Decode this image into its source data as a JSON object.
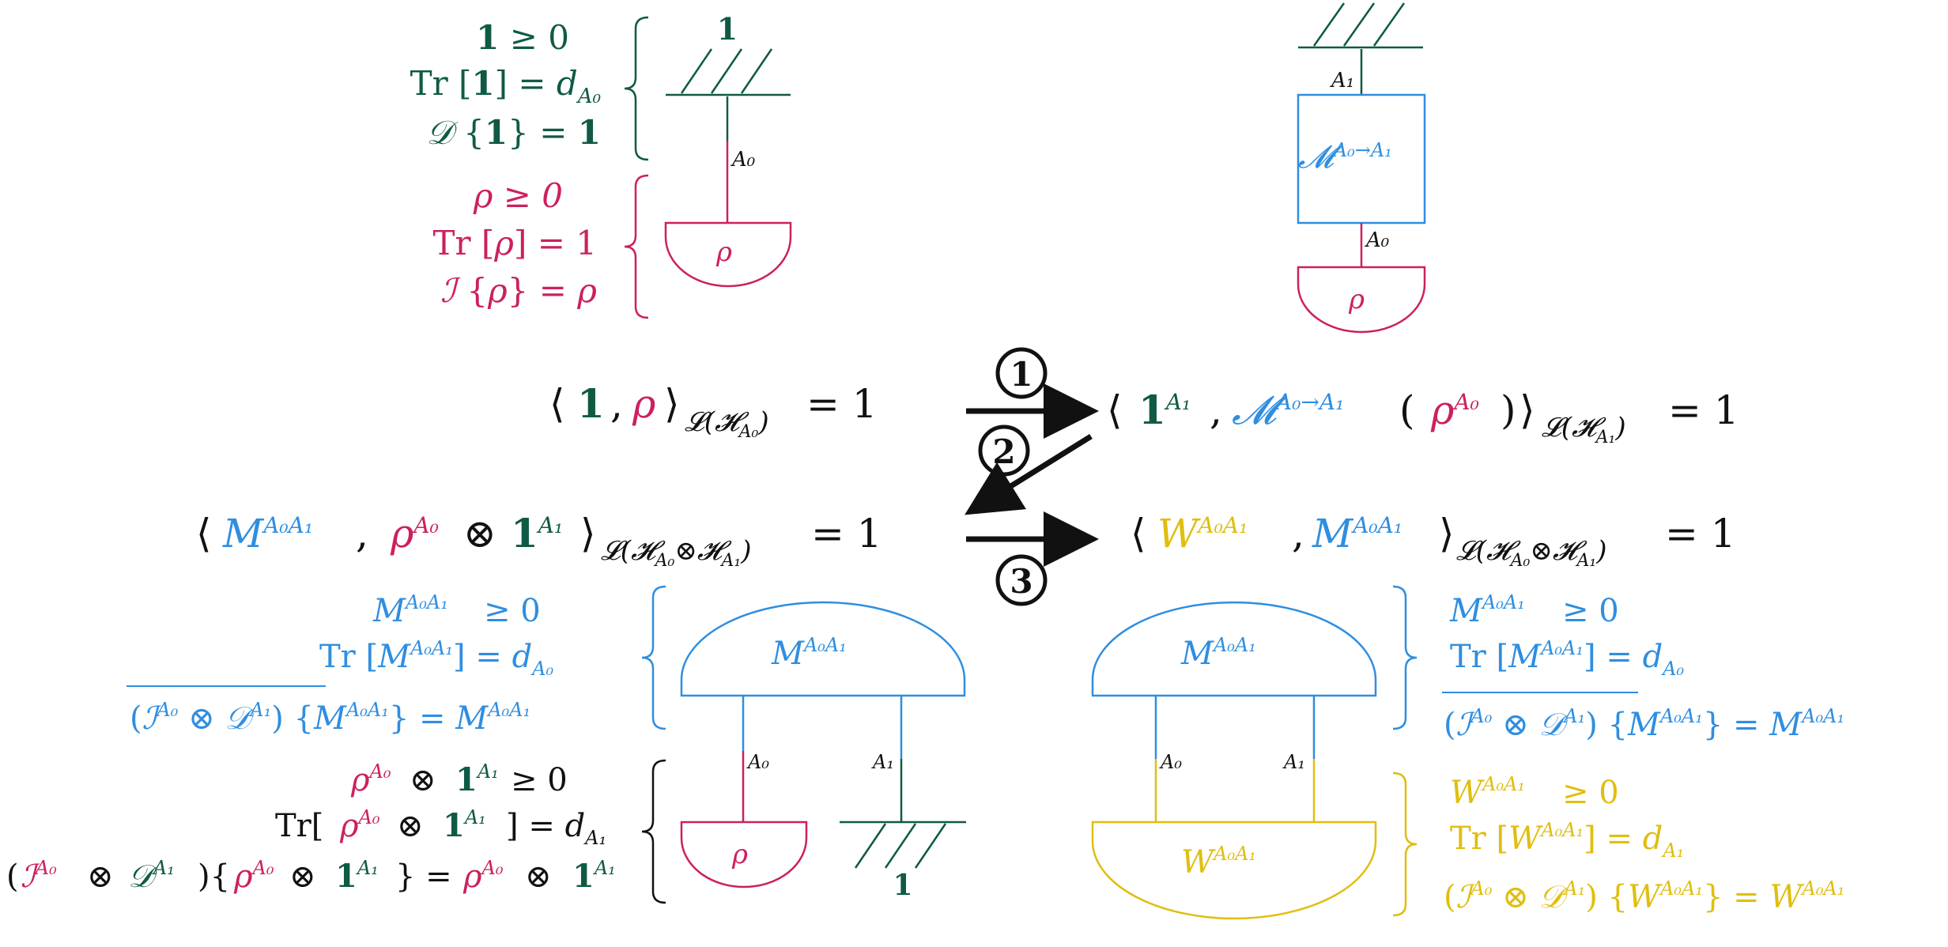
{
  "colors": {
    "green": "#0f5a45",
    "red": "#cc2060",
    "blue": "#2f8ee0",
    "yellow": "#e0be10",
    "black": "#111111"
  },
  "symbols": {
    "one": "1",
    "rho": "ρ",
    "A0": "A₀",
    "A1": "A₁",
    "M_box": "𝓜",
    "M_box_sup": "A₀→A₁",
    "M": "M",
    "W": "W",
    "sup_A0A1": "A₀A₁"
  },
  "effect_constraints": [
    "1 ≥ 0",
    "Tr [1] = d",
    "𝒟 {1} = 1"
  ],
  "state_constraints": [
    "ρ ≥ 0",
    "Tr [ρ] = 1",
    "ℐ {ρ} = ρ"
  ],
  "equations": {
    "eq1": "⟨ 1 , ρ ⟩",
    "eq1_sub": "𝓛(𝓗",
    "eq1_rhs": "= 1",
    "eq2_lhs": "⟨ 1",
    "eq2_rhs": "= 1",
    "eq3_rhs": "= 1",
    "eq4_rhs": "= 1"
  },
  "arrows": {
    "step1": "1",
    "step2": "2",
    "step3": "3"
  },
  "M_constraints": [
    "≥ 0",
    "Tr [M",
    "] = d",
    "{M",
    "} = M"
  ],
  "rho_one_constraints": [
    "≥ 0",
    "Tr[",
    "] = d",
    "} = ",
    "⊗"
  ],
  "W_constraints": [
    "≥ 0",
    "Tr [W",
    "] = d",
    "{W",
    "} = W"
  ]
}
